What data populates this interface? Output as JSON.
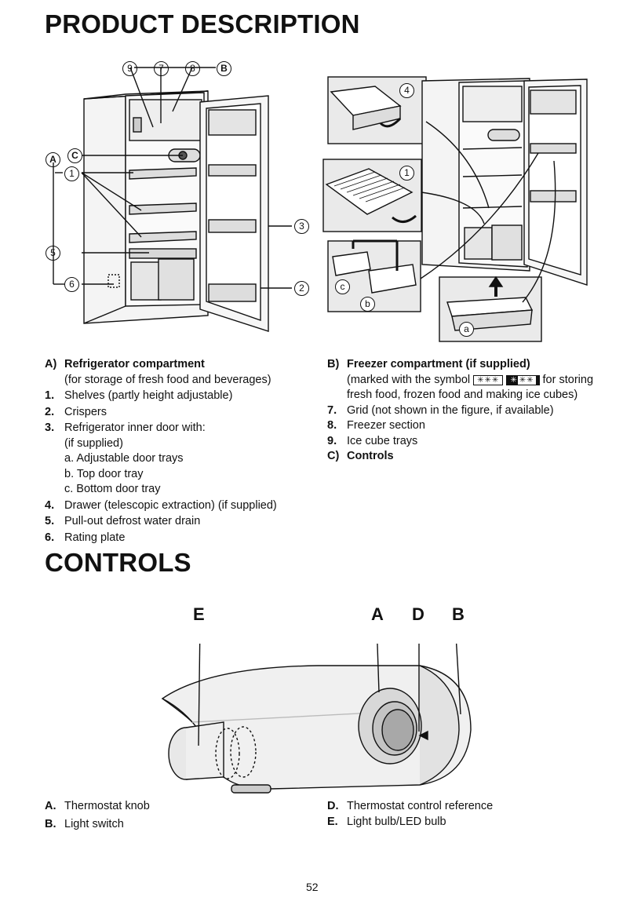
{
  "titles": {
    "product_description": "PRODUCT DESCRIPTION",
    "controls": "CONTROLS"
  },
  "figure_left_callouts": [
    "9",
    "7",
    "8",
    "B",
    "C",
    "A",
    "1",
    "5",
    "6",
    "3",
    "2"
  ],
  "figure_right_callouts": [
    "4",
    "1",
    "c",
    "b",
    "a"
  ],
  "description_left": [
    {
      "label": "A)",
      "title": "Refrigerator compartment",
      "detail": "(for storage of fresh food and beverages)"
    },
    {
      "label": "1.",
      "text": "Shelves (partly height adjustable)"
    },
    {
      "label": "2.",
      "text": "Crispers"
    },
    {
      "label": "3.",
      "text": "Refrigerator inner door with:",
      "subs": [
        "(if supplied)",
        "a. Adjustable door trays",
        "b. Top door tray",
        "c. Bottom door tray"
      ]
    },
    {
      "label": "4.",
      "text": "Drawer (telescopic extraction) (if supplied)"
    },
    {
      "label": "5.",
      "text": "Pull-out defrost water drain"
    },
    {
      "label": "6.",
      "text": "Rating plate"
    }
  ],
  "description_right": {
    "b_label": "B)",
    "b_title": "Freezer compartment (if supplied)",
    "b_detail_pre": "(marked with the symbol",
    "symbol_1": "✳✳✳",
    "symbol_2_star": "✳",
    "symbol_2_rest": "✳✳",
    "b_detail_post": "for storing",
    "b_detail_line2": "fresh food, frozen food and making ice cubes)",
    "items": [
      {
        "label": "7.",
        "text": "Grid (not shown in the figure, if available)"
      },
      {
        "label": "8.",
        "text": "Freezer section"
      },
      {
        "label": "9.",
        "text": "Ice cube trays"
      }
    ],
    "c_label": "C)",
    "c_title": "Controls"
  },
  "controls_figure_letters": [
    "E",
    "A",
    "D",
    "B"
  ],
  "controls_legend_left": [
    {
      "label": "A.",
      "text": "Thermostat knob"
    },
    {
      "label": "B.",
      "text": "Light switch"
    }
  ],
  "controls_legend_right": [
    {
      "label": "D.",
      "text": "Thermostat control reference"
    },
    {
      "label": "E.",
      "text": "Light bulb/LED bulb"
    }
  ],
  "page_number": "52"
}
